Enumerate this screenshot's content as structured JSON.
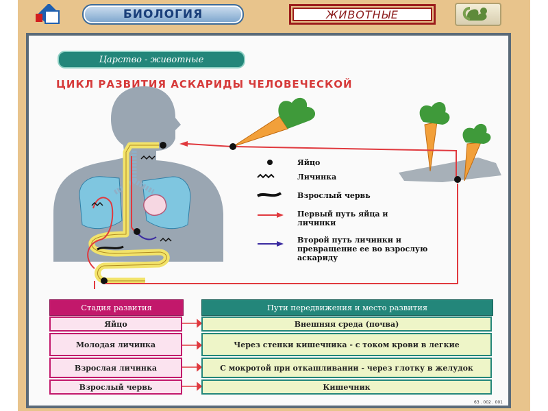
{
  "header": {
    "subject": "БИОЛОГИЯ",
    "section": "ЖИВОТНЫЕ",
    "logo_icon": "subject-logo-icon",
    "badge_icon": "squirrel-icon"
  },
  "poster": {
    "kingdom_tag": "Царство - животные",
    "title": "ЦИКЛ РАЗВИТИЯ АСКАРИДЫ ЧЕЛОВЕЧЕСКОЙ",
    "legend": [
      {
        "key": "egg",
        "label": "Яйцо"
      },
      {
        "key": "larva",
        "label": "Личинка"
      },
      {
        "key": "adult",
        "label": "Взрослый червь"
      },
      {
        "key": "first_path",
        "label": "Первый путь яйца и личинки"
      },
      {
        "key": "second_path",
        "label": "Второй путь личинки и превращение ее во взрослую аскариду"
      }
    ],
    "colors": {
      "first_path": "#e0393e",
      "second_path": "#3a2aa0",
      "title": "#d63a3a",
      "stage_header": "#c2186b",
      "path_header": "#23867a"
    },
    "table": {
      "header_stage": "Стадия развития",
      "header_path": "Пути передвижения и место развития",
      "rows": [
        {
          "stage": "Яйцо",
          "path": "Внешняя среда (почва)"
        },
        {
          "stage": "Молодая личинка",
          "path": "Через стенки кишечника - с током крови в легкие"
        },
        {
          "stage": "Взрослая личинка",
          "path": "С мокротой при откашливании - через глотку в желудок"
        },
        {
          "stage": "Взрослый червь",
          "path": "Кишечник"
        }
      ]
    },
    "footer_code": "63 . 002 . 001"
  }
}
